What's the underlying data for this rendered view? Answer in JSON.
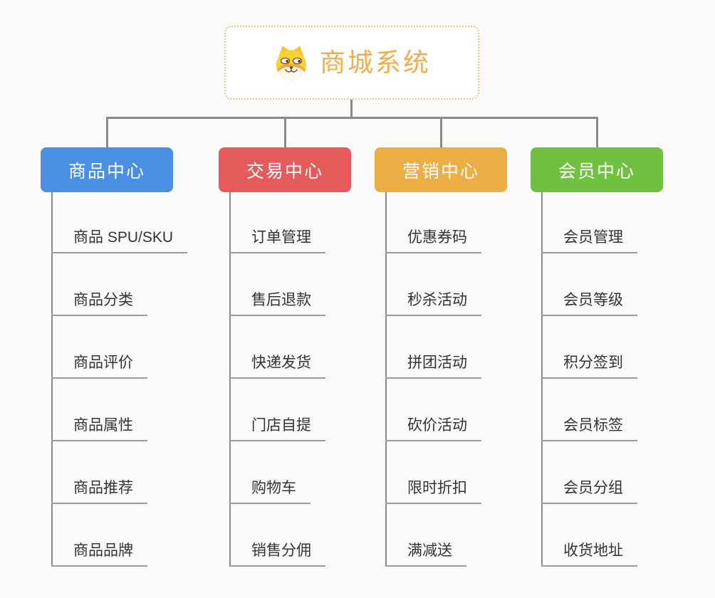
{
  "page": {
    "background": "#FAFAFA"
  },
  "root": {
    "title": "商城系统",
    "icon": "shiba-dog-icon",
    "title_color": "#EFAD4D",
    "border_color": "#F4C377"
  },
  "connectors": {
    "tree_line_color": "#8A8A8A",
    "item_underline_color": "#9C9C9C"
  },
  "branches": [
    {
      "label": "商品中心",
      "color": "#4A90E2",
      "items": [
        "商品 SPU/SKU",
        "商品分类",
        "商品评价",
        "商品属性",
        "商品推荐",
        "商品品牌"
      ]
    },
    {
      "label": "交易中心",
      "color": "#E55B5B",
      "items": [
        "订单管理",
        "售后退款",
        "快递发货",
        "门店自提",
        "购物车",
        "销售分佣"
      ]
    },
    {
      "label": "营销中心",
      "color": "#ECAD43",
      "items": [
        "优惠券码",
        "秒杀活动",
        "拼团活动",
        "砍价活动",
        "限时折扣",
        "满减送"
      ]
    },
    {
      "label": "会员中心",
      "color": "#71C140",
      "items": [
        "会员管理",
        "会员等级",
        "积分签到",
        "会员标签",
        "会员分组",
        "收货地址"
      ]
    }
  ]
}
